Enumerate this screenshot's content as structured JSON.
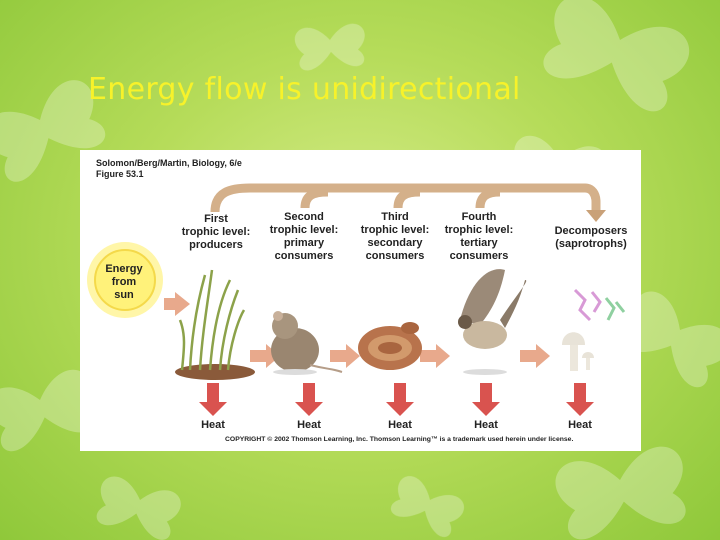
{
  "slide": {
    "title": "Energy flow is unidirectional"
  },
  "figure": {
    "source_line1": "Solomon/Berg/Martin, Biology, 6/e",
    "source_line2": "Figure 53.1",
    "sun_label": "Energy\nfrom\nsun",
    "levels": [
      {
        "label": "First\ntrophic level:\nproducers"
      },
      {
        "label": "Second\ntrophic level:\nprimary\nconsumers"
      },
      {
        "label": "Third\ntrophic level:\nsecondary\nconsumers"
      },
      {
        "label": "Fourth\ntrophic level:\ntertiary\nconsumers"
      },
      {
        "label": "Decomposers\n(saprotrophs)"
      }
    ],
    "heat_label": "Heat",
    "copyright": "COPYRIGHT © 2002 Thomson Learning, Inc. Thomson Learning™ is a trademark used herein under license."
  },
  "colors": {
    "title": "#f7f22a",
    "arrow_flow": "#e8a98c",
    "heat_arrow": "#d9534f",
    "top_arrow": "#d4b08a"
  }
}
